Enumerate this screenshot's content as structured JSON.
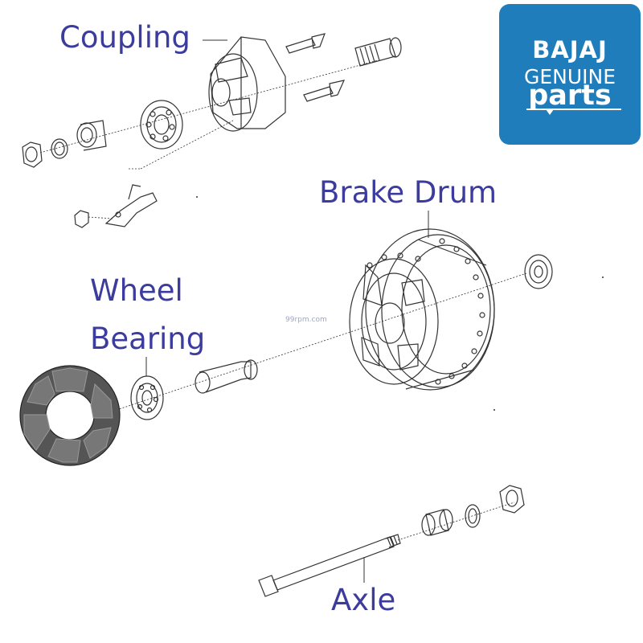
{
  "labels": {
    "coupling": "Coupling",
    "brake_drum": "Brake Drum",
    "wheel": "Wheel",
    "bearing": "Bearing",
    "axle": "Axle"
  },
  "logo": {
    "brand": "BAJAJ",
    "genuine": "GENUINE",
    "parts": "parts"
  },
  "watermark": "99rpm.com",
  "colors": {
    "label": "#3c3c9f",
    "logo_bg": "#1f7dbb",
    "line": "#333333"
  }
}
